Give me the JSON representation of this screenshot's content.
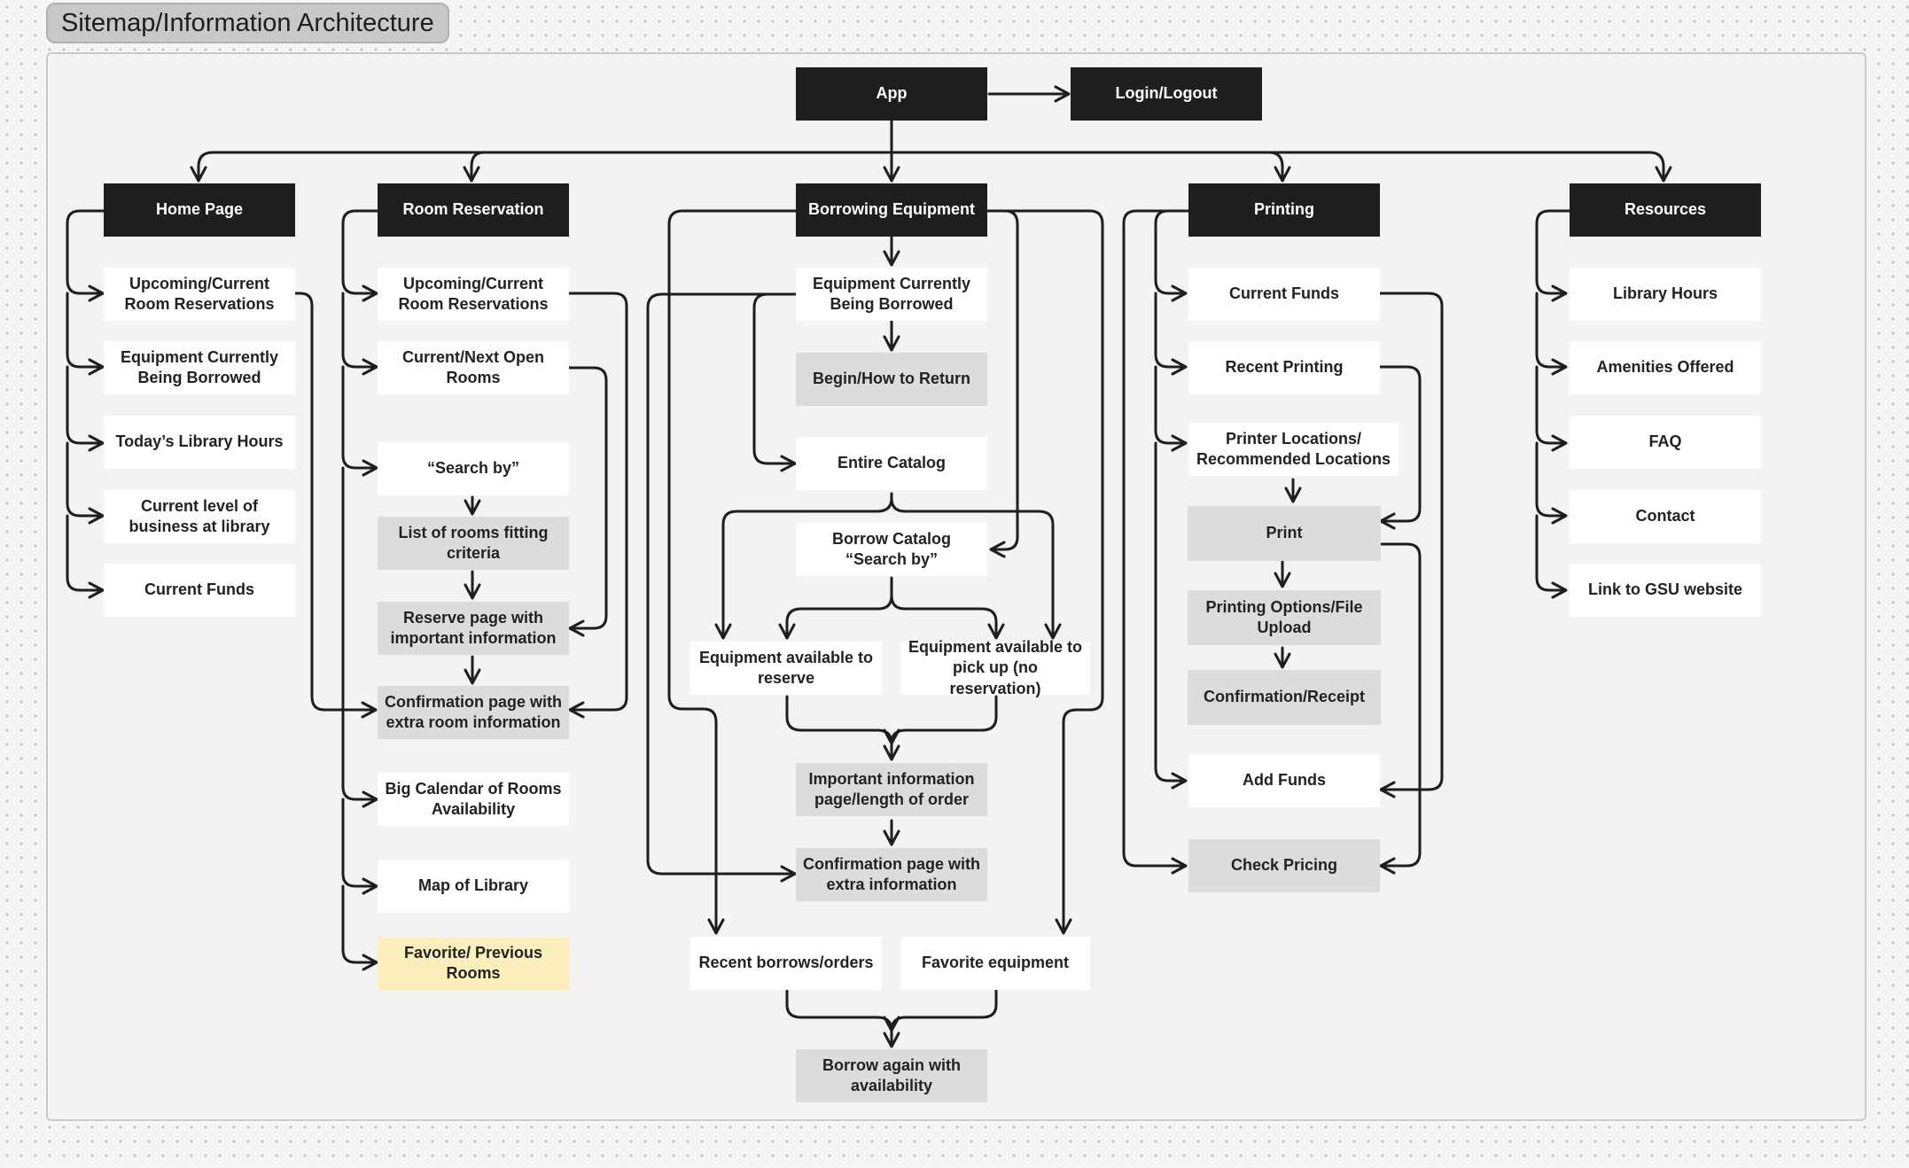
{
  "title": "Sitemap/Information Architecture",
  "nodes": {
    "app": "App",
    "login": "Login/Logout",
    "home": {
      "header": "Home Page",
      "upcoming": "Upcoming/Current Room Reservations",
      "equipment": "Equipment Currently Being Borrowed",
      "hours": "Today’s Library Hours",
      "business": "Current level of business at library",
      "funds": "Current Funds"
    },
    "room": {
      "header": "Room Reservation",
      "upcoming": "Upcoming/Current Room Reservations",
      "open": "Current/Next Open Rooms",
      "search": "“Search by”",
      "list": "List of rooms fitting criteria",
      "reserve": "Reserve page with important information",
      "confirm": "Confirmation page with extra room information",
      "calendar": "Big Calendar of Rooms Availability",
      "map": "Map of Library",
      "favorite": "Favorite/ Previous Rooms"
    },
    "borrow": {
      "header": "Borrowing Equipment",
      "current": "Equipment Currently Being Borrowed",
      "return": "Begin/How to Return",
      "catalog": "Entire Catalog",
      "search": "Borrow Catalog “Search by”",
      "reserve": "Equipment available to reserve",
      "pickup": "Equipment available to pick up (no reservation)",
      "important": "Important information page/length of order",
      "confirm": "Confirmation page with extra information",
      "recent": "Recent borrows/orders",
      "favorite": "Favorite equipment",
      "again": "Borrow again with availability"
    },
    "printing": {
      "header": "Printing",
      "funds": "Current Funds",
      "recent": "Recent Printing",
      "locations": "Printer Locations/ Recommended Locations",
      "print": "Print",
      "options": "Printing Options/File Upload",
      "confirm": "Confirmation/Receipt",
      "add": "Add Funds",
      "pricing": "Check Pricing"
    },
    "resources": {
      "header": "Resources",
      "hours": "Library Hours",
      "amenities": "Amenities Offered",
      "faq": "FAQ",
      "contact": "Contact",
      "gsu": "Link to GSU website"
    }
  },
  "colors": {
    "dark": "#1e1e1e",
    "white": "#ffffff",
    "grey": "#dcdcdc",
    "highlight": "#fdeebe",
    "line": "#1e1e1e"
  }
}
